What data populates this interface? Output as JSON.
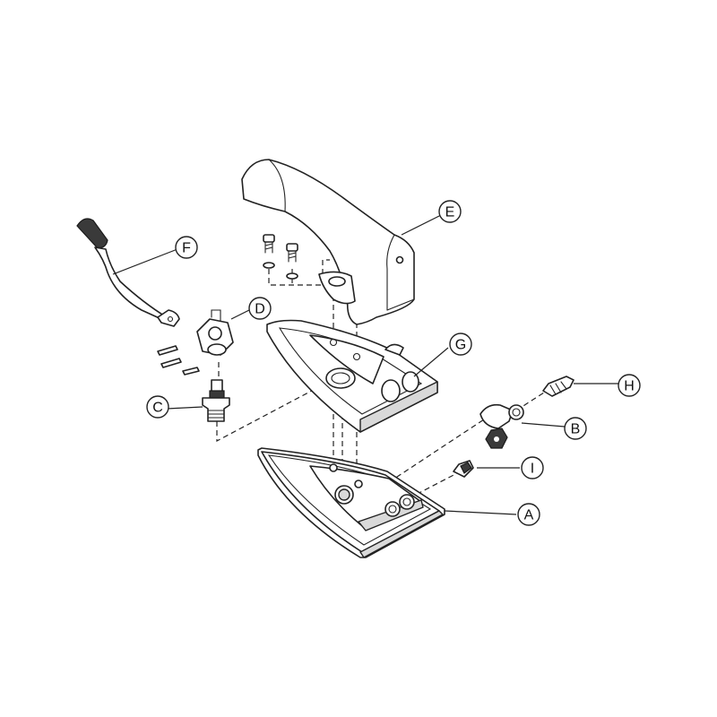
{
  "parts": {
    "A": "A",
    "B": "B",
    "C": "C",
    "D": "D",
    "E": "E",
    "F": "F",
    "G": "G",
    "H": "H",
    "I": "I"
  },
  "colors": {
    "line": "#222222",
    "shade": "#d9d9d9",
    "background": "#ffffff"
  }
}
